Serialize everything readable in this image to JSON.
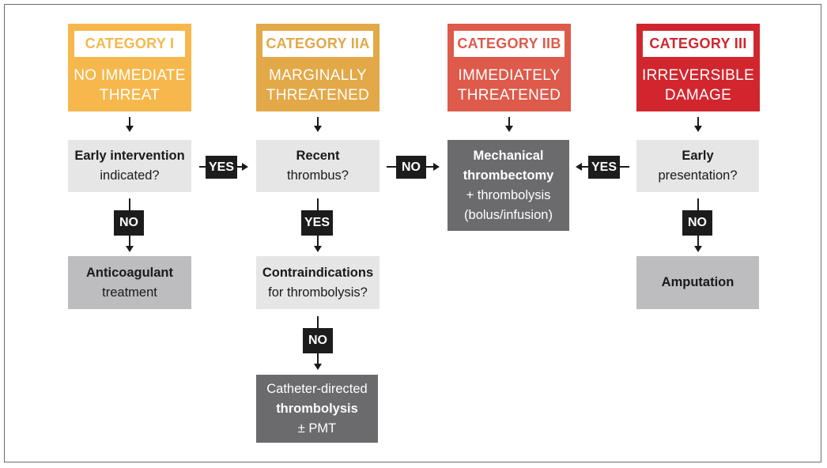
{
  "colors": {
    "category_i": "#f6b84c",
    "category_iia": "#e3a847",
    "category_iib": "#de5a4b",
    "category_iii": "#d1262e"
  },
  "categories": [
    {
      "tag": "CATEGORY I",
      "line1": "NO IMMEDIATE",
      "line2": "THREAT"
    },
    {
      "tag": "CATEGORY IIA",
      "line1": "MARGINALLY",
      "line2": "THREATENED"
    },
    {
      "tag": "CATEGORY IIB",
      "line1": "IMMEDIATELY",
      "line2": "THREATENED"
    },
    {
      "tag": "CATEGORY III",
      "line1": "IRREVERSIBLE",
      "line2": "DAMAGE"
    }
  ],
  "nodes": {
    "early_intervention": {
      "line1": "Early intervention",
      "line2": "indicated?"
    },
    "anticoagulant": {
      "line1": "Anticoagulant",
      "line2": "treatment"
    },
    "recent_thrombus": {
      "line1": "Recent",
      "line2": "thrombus?"
    },
    "contraindications": {
      "line1": "Contraindications",
      "line2": "for thrombolysis?"
    },
    "catheter": {
      "line1": "Catheter-directed",
      "line2": "thrombolysis",
      "line3": "± PMT"
    },
    "mechanical": {
      "line1": "Mechanical",
      "line2": "thrombectomy",
      "line3": "+ thrombolysis",
      "line4": "(bolus/infusion)"
    },
    "early_presentation": {
      "line1": "Early",
      "line2": "presentation?"
    },
    "amputation": {
      "line1": "Amputation"
    }
  },
  "labels": {
    "yes": "YES",
    "no": "NO"
  }
}
